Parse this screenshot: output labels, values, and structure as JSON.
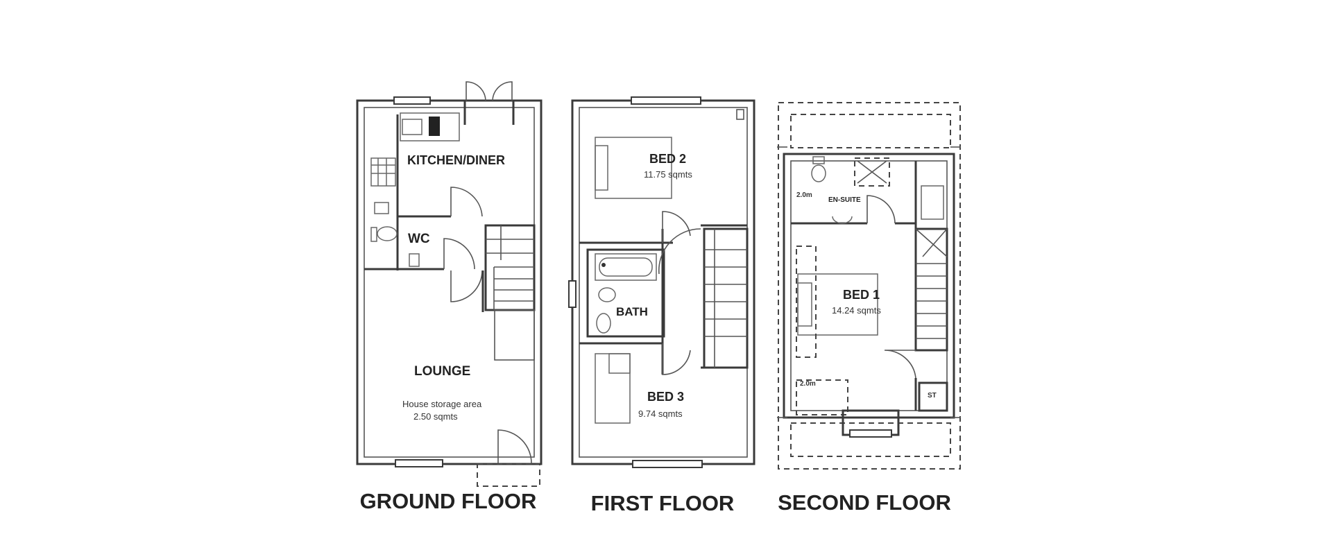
{
  "floors": {
    "ground": {
      "title": "GROUND FLOOR",
      "rooms": {
        "kitchen": "KITCHEN/DINER",
        "wc": "WC",
        "lounge": "LOUNGE",
        "storage_label": "House storage area",
        "storage_area": "2.50 sqmts"
      }
    },
    "first": {
      "title": "FIRST FLOOR",
      "rooms": {
        "bed2": "BED 2",
        "bed2_area": "11.75 sqmts",
        "bath": "BATH",
        "bed3": "BED 3",
        "bed3_area": "9.74 sqmts"
      }
    },
    "second": {
      "title": "SECOND FLOOR",
      "rooms": {
        "ensuite": "EN-SUITE",
        "ensuite_dim": "2.0m",
        "bed1": "BED 1",
        "bed1_area": "14.24 sqmts",
        "bed1_dim": "2.0m",
        "store": "ST"
      }
    }
  }
}
